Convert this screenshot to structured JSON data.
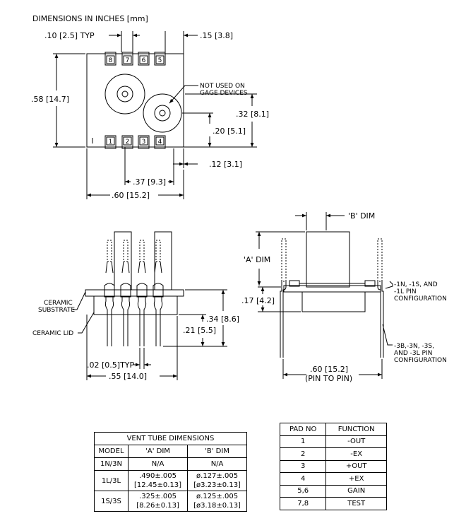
{
  "header": {
    "title": "DIMENSIONS IN INCHES [mm]"
  },
  "top_view": {
    "pins_top": [
      "8",
      "7",
      "6",
      "5"
    ],
    "pins_bottom": [
      "1",
      "2",
      "3",
      "4"
    ],
    "dims": {
      "pin_pitch": ".10 [2.5] TYP",
      "right_offset": ".15 [3.8]",
      "height": ".58 [14.7]",
      "port_spacing": ".32 [8.1]",
      "port2_height": ".20 [5.1]",
      "bottom_offset": ".12 [3.1]",
      "port1_x": ".37 [9.3]",
      "width": ".60 [15.2]"
    },
    "note": {
      "line1": "NOT USED ON",
      "line2": "GAGE DEVICES"
    }
  },
  "front_view": {
    "labels": {
      "substrate_1": "CERAMIC",
      "substrate_2": "SUBSTRATE",
      "lid": "CERAMIC LID"
    },
    "dims": {
      "height_lg": ".34 [8.6]",
      "height_sm": ".21 [5.5]",
      "pin_width": ".02 [0.5]TYP",
      "width": ".55 [14.0]"
    }
  },
  "side_view": {
    "labels": {
      "a_dim": "'A' DIM",
      "b_dim": "'B' DIM",
      "config1_l1": "-1N, -1S, AND",
      "config1_l2": "-1L PIN",
      "config1_l3": "CONFIGURATION",
      "config2_l1": "-3B,-3N, -3S,",
      "config2_l2": "AND -3L PIN",
      "config2_l3": "CONFIGURATION"
    },
    "dims": {
      "thickness": ".17 [4.2]",
      "width": ".60 [15.2]",
      "width_note": "(PIN TO PIN)"
    }
  },
  "vent_table": {
    "title": "VENT TUBE DIMENSIONS",
    "headers": [
      "MODEL",
      "'A' DIM",
      "'B' DIM"
    ],
    "rows": [
      {
        "model": "1N/3N",
        "a1": "N/A",
        "a2": "",
        "b1": "N/A",
        "b2": ""
      },
      {
        "model": "1L/3L",
        "a1": ".490±.005",
        "a2": "[12.45±0.13]",
        "b1": "ø.127±.005",
        "b2": "[ø3.23±0.13]"
      },
      {
        "model": "1S/3S",
        "a1": ".325±.005",
        "a2": "[8.26±0.13]",
        "b1": "ø.125±.005",
        "b2": "[ø3.18±0.13]"
      }
    ]
  },
  "pad_table": {
    "headers": [
      "PAD NO",
      "FUNCTION"
    ],
    "rows": [
      {
        "pad": "1",
        "function": "-OUT"
      },
      {
        "pad": "2",
        "function": "-EX"
      },
      {
        "pad": "3",
        "function": "+OUT"
      },
      {
        "pad": "4",
        "function": "+EX"
      },
      {
        "pad": "5,6",
        "function": "GAIN"
      },
      {
        "pad": "7,8",
        "function": "TEST"
      }
    ]
  }
}
